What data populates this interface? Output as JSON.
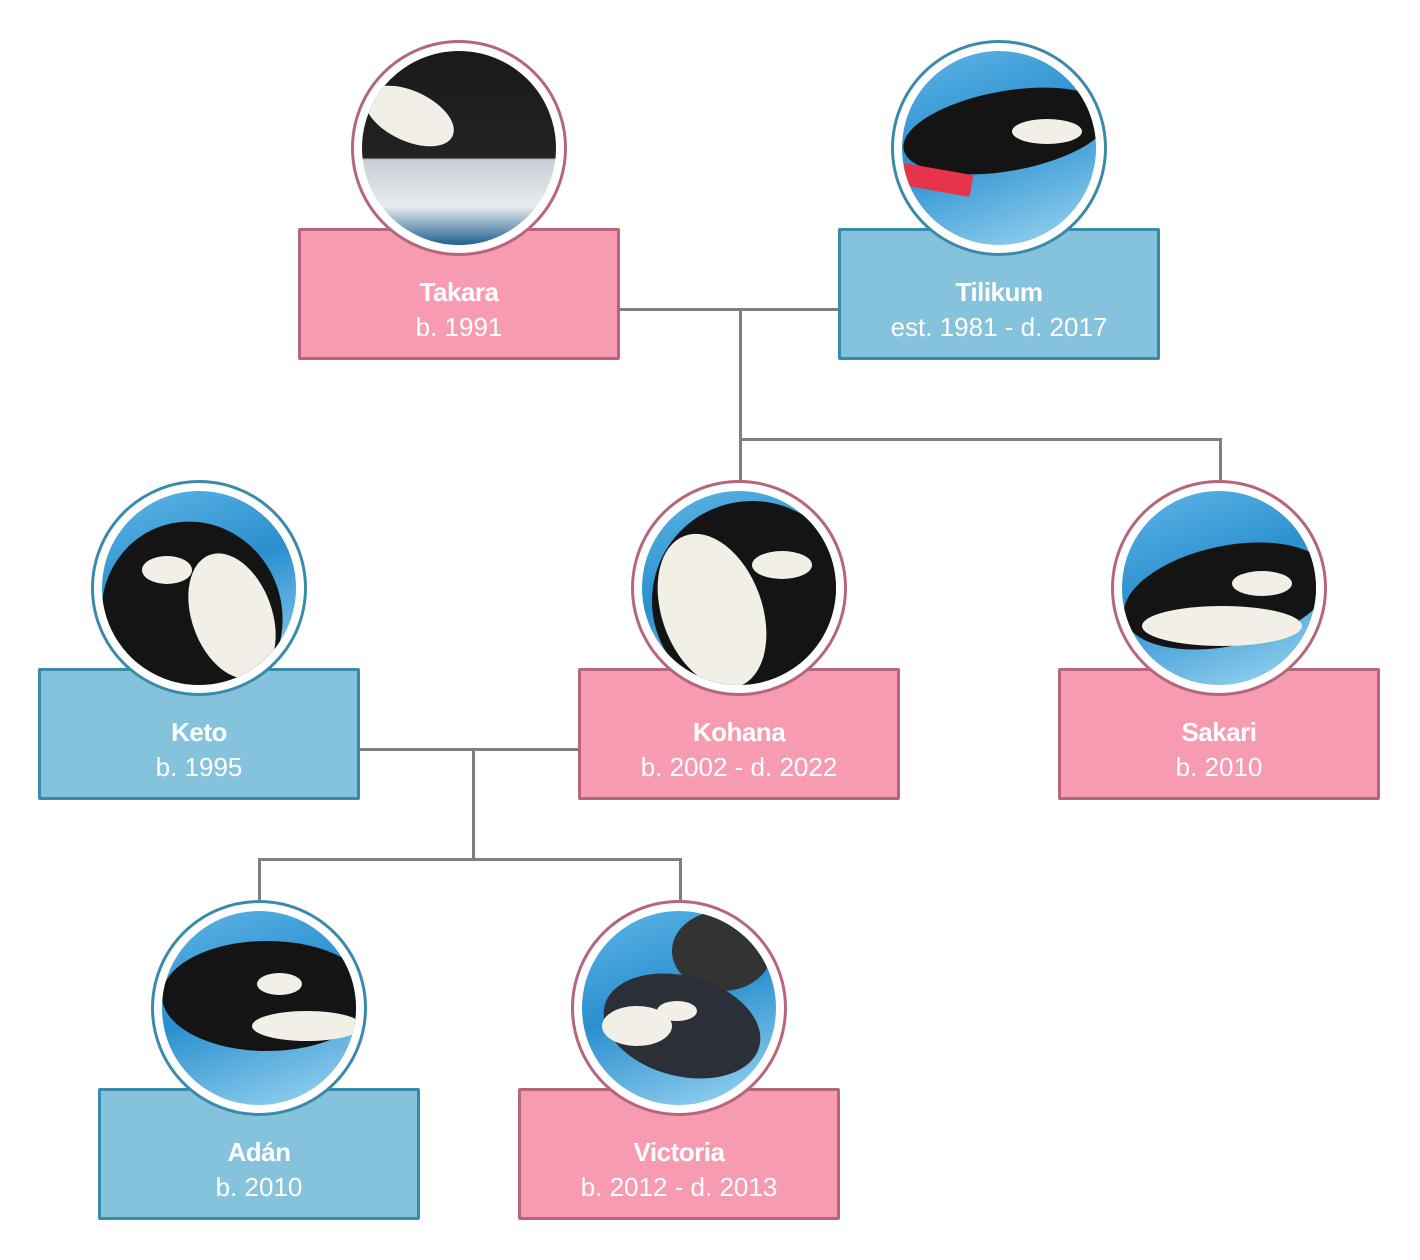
{
  "title": "Orca family tree",
  "colors": {
    "female_fill": "#f79bb1",
    "female_border": "#b5667c",
    "male_fill": "#85c3dc",
    "male_border": "#3a8bab",
    "connector": "#7f7f7f"
  },
  "members": {
    "takara": {
      "name": "Takara",
      "dates": "b. 1991",
      "sex": "female"
    },
    "tilikum": {
      "name": "Tilikum",
      "dates": "est. 1981 - d. 2017",
      "sex": "male"
    },
    "keto": {
      "name": "Keto",
      "dates": "b. 1995",
      "sex": "male"
    },
    "kohana": {
      "name": "Kohana",
      "dates": "b. 2002 - d. 2022",
      "sex": "female"
    },
    "sakari": {
      "name": "Sakari",
      "dates": "b. 2010",
      "sex": "female"
    },
    "adan": {
      "name": "Adán",
      "dates": "b. 2010",
      "sex": "male"
    },
    "victoria": {
      "name": "Victoria",
      "dates": "b. 2012 - d. 2013",
      "sex": "female"
    }
  }
}
